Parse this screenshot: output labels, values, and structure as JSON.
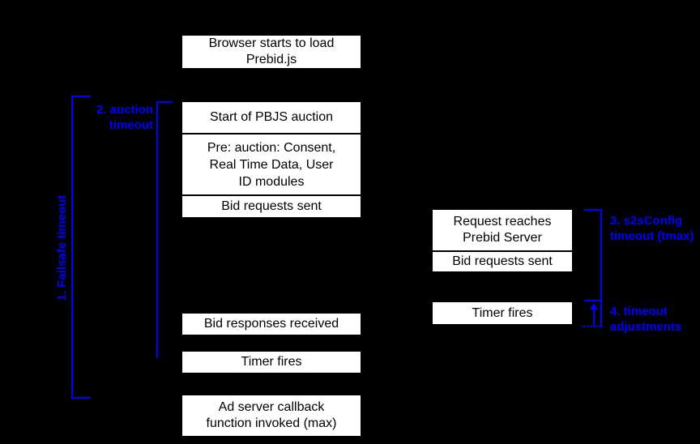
{
  "diagram": {
    "title": "Prebid.js timeout sequence diagram",
    "colors": {
      "background": "#000000",
      "box_fill": "#ffffff",
      "box_text": "#000000",
      "annotation_blue": "#0000ff"
    }
  },
  "labels": {
    "failsafe": "1. Failsafe timeout",
    "auction": "2. auction\ntimeout",
    "s2sconfig": "3. s2sConfig\ntimeout (tmax)",
    "adjustments": "4. timeout\nadjustments"
  },
  "main_column": {
    "browser_load": "Browser starts to load\nPrebid.js",
    "auction_start": "Start of PBJS auction",
    "pre_auction": "Pre: auction: Consent,\nReal Time Data, User\nID modules",
    "bid_requests_sent": "Bid requests sent",
    "bid_responses_received": "Bid responses received",
    "timer_fires": "Timer fires",
    "ad_server_callback": "Ad server callback\nfunction invoked (max)"
  },
  "server_column": {
    "request_reaches": "Request reaches\nPrebid Server",
    "bid_requests_sent": "Bid requests sent",
    "timer_fires": "Timer fires"
  }
}
